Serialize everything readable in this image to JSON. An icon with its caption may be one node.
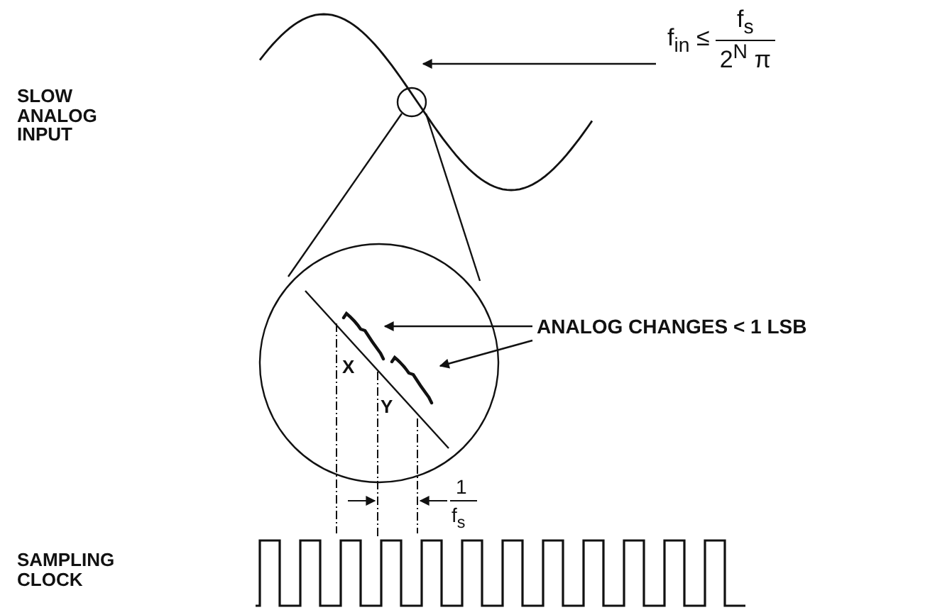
{
  "diagram": {
    "nodes": [
      {
        "text": [
          "f$_{in}$ ≤",
          "f$_{s}$",
          "2$^{N}$ π"
        ]
      },
      {
        "text": [],
        "shape": "picture"
      },
      {
        "text": [
          "ANALOG CHANGES < 1 LSB"
        ]
      },
      {
        "text": [],
        "shape": "bracket"
      },
      {
        "text": [],
        "shape": "bracket"
      }
    ],
    "edges": [
      {
        "from": 0,
        "to": 1,
        "arrow": "to"
      },
      {
        "from": 2,
        "to": 3,
        "arrow": "to"
      },
      {
        "from": 2,
        "to": 4,
        "arrow": "to"
      }
    ],
    "labels": [
      "SLOW ANALOG INPUT",
      "X",
      "Y",
      "1",
      "f$_{s}$",
      "SAMPLING CLOCK"
    ]
  }
}
